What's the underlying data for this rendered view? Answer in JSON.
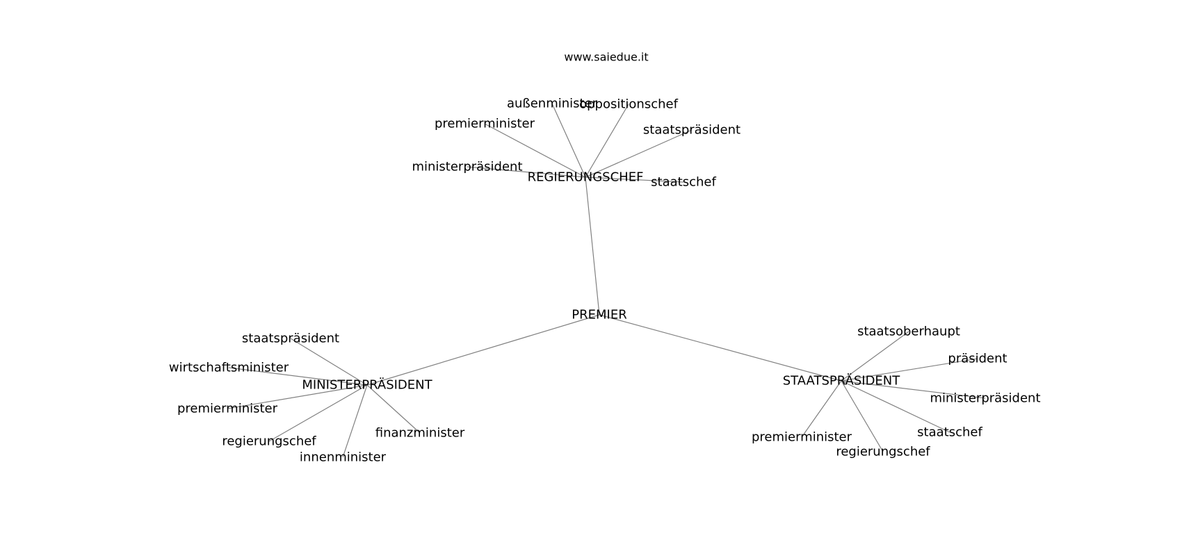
{
  "watermark": "www.saiedue.it",
  "nodes": {
    "premier": "PREMIER",
    "regierungschef": "REGIERUNGSCHEF",
    "ministerpraesident": "MINISTERPRÄSIDENT",
    "staatspraesident": "STAATSPRÄSIDENT",
    "r_aussenminister": "außenminister",
    "r_oppositionschef": "oppositionschef",
    "r_premierminister": "premierminister",
    "r_staatspraesident": "staatspräsident",
    "r_ministerpraesident": "ministerpräsident",
    "r_staatschef": "staatschef",
    "m_staatspraesident": "staatspräsident",
    "m_wirtschaftsminister": "wirtschaftsminister",
    "m_premierminister": "premierminister",
    "m_regierungschef": "regierungschef",
    "m_innenminister": "innenminister",
    "m_finanzminister": "finanzminister",
    "s_staatsoberhaupt": "staatsoberhaupt",
    "s_praesident": "präsident",
    "s_ministerpraesident": "ministerpräsident",
    "s_staatschef": "staatschef",
    "s_premierminister": "premierminister",
    "s_regierungschef": "regierungschef"
  },
  "edges": [
    [
      "premier",
      "regierungschef"
    ],
    [
      "premier",
      "ministerpraesident"
    ],
    [
      "premier",
      "staatspraesident"
    ],
    [
      "regierungschef",
      "r_aussenminister"
    ],
    [
      "regierungschef",
      "r_oppositionschef"
    ],
    [
      "regierungschef",
      "r_premierminister"
    ],
    [
      "regierungschef",
      "r_staatspraesident"
    ],
    [
      "regierungschef",
      "r_ministerpraesident"
    ],
    [
      "regierungschef",
      "r_staatschef"
    ],
    [
      "ministerpraesident",
      "m_staatspraesident"
    ],
    [
      "ministerpraesident",
      "m_wirtschaftsminister"
    ],
    [
      "ministerpraesident",
      "m_premierminister"
    ],
    [
      "ministerpraesident",
      "m_regierungschef"
    ],
    [
      "ministerpraesident",
      "m_innenminister"
    ],
    [
      "ministerpraesident",
      "m_finanzminister"
    ],
    [
      "staatspraesident",
      "s_staatsoberhaupt"
    ],
    [
      "staatspraesident",
      "s_praesident"
    ],
    [
      "staatspraesident",
      "s_ministerpraesident"
    ],
    [
      "staatspraesident",
      "s_staatschef"
    ],
    [
      "staatspraesident",
      "s_premierminister"
    ],
    [
      "staatspraesident",
      "s_regierungschef"
    ]
  ]
}
